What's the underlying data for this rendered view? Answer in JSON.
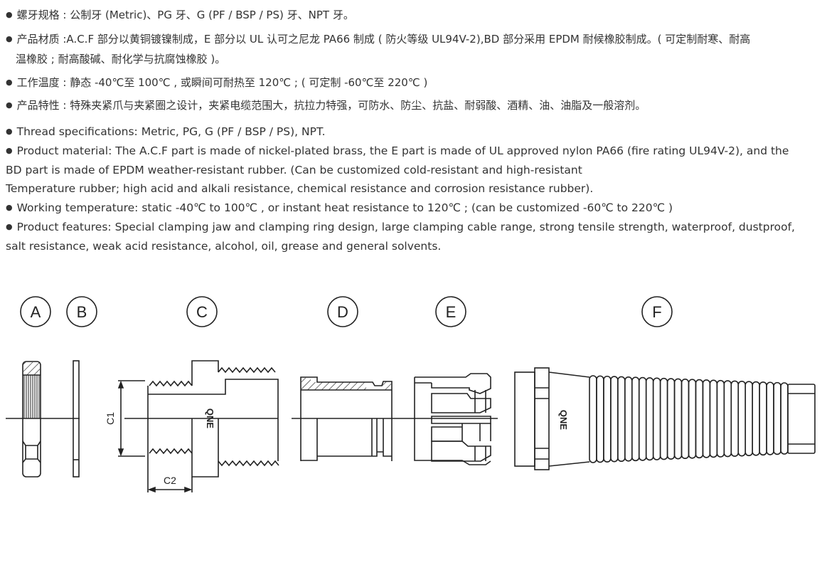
{
  "chinese": [
    "螺牙规格 : 公制牙 (Metric)、PG 牙、G (PF / BSP / PS) 牙、NPT 牙。",
    "产品材质 :A.C.F 部分以黄铜镀镍制成，E 部分以 UL 认可之尼龙 PA66 制成 ( 防火等级 UL94V-2),BD 部分采用 EPDM 耐候橡胶制成。( 可定制耐寒、耐高",
    "温橡胶 ; 耐高酸碱、耐化学与抗腐蚀橡胶 )。",
    "工作温度 : 静态 -40℃至 100℃ , 或瞬间可耐热至 120℃ ; ( 可定制 -60℃至 220℃ )",
    "产品特性 : 特殊夹紧爪与夹紧圈之设计，夹紧电缆范围大，抗拉力特强，可防水、防尘、抗盐、耐弱酸、酒精、油、油脂及一般溶剂。"
  ],
  "english": [
    "Thread specifications: Metric, PG, G (PF / BSP / PS), NPT.",
    "Product material: The A.C.F part is made of nickel-plated brass, the E part is made of UL approved nylon PA66 (fire rating UL94V-2), and the",
    "BD part is made of EPDM weather-resistant rubber. (Can be customized cold-resistant and high-resistant",
    "Temperature rubber; high acid and alkali resistance, chemical resistance and corrosion resistance rubber).",
    "Working temperature: static -40℃ to 100℃ , or instant heat resistance to 120℃ ; (can be customized -60℃ to 220℃ )",
    "Product features: Special clamping jaw and clamping ring design, large clamping cable range, strong tensile strength, waterproof, dustproof,",
    "salt resistance, weak acid resistance, alcohol, oil, grease and general solvents."
  ],
  "diagram": {
    "part_labels": [
      "A",
      "B",
      "C",
      "D",
      "E",
      "F"
    ],
    "dimension_c1": "C1",
    "dimension_c2": "C2",
    "brand_mark": "QNE"
  }
}
